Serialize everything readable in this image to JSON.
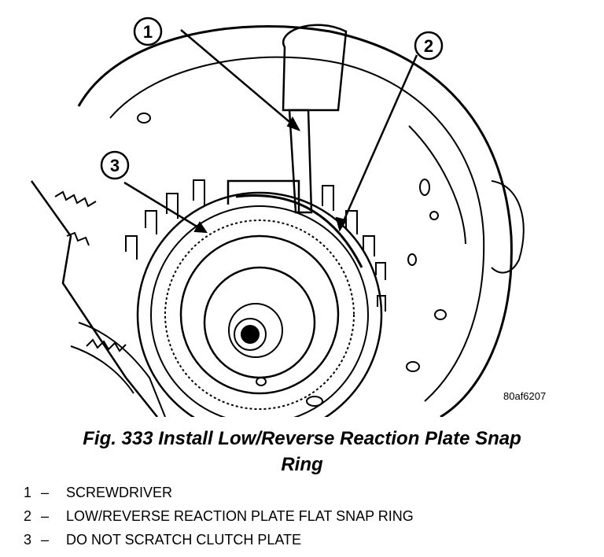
{
  "figure": {
    "code": "80af6207",
    "callouts": [
      "1",
      "2",
      "3"
    ]
  },
  "caption": {
    "line1": "Fig. 333 Install Low/Reverse Reaction Plate Snap",
    "line2": "Ring"
  },
  "legend": [
    {
      "num": "1",
      "dash": "–",
      "text": "SCREWDRIVER"
    },
    {
      "num": "2",
      "dash": "–",
      "text": "LOW/REVERSE REACTION PLATE FLAT SNAP RING"
    },
    {
      "num": "3",
      "dash": "–",
      "text": "DO NOT SCRATCH CLUTCH PLATE"
    }
  ]
}
